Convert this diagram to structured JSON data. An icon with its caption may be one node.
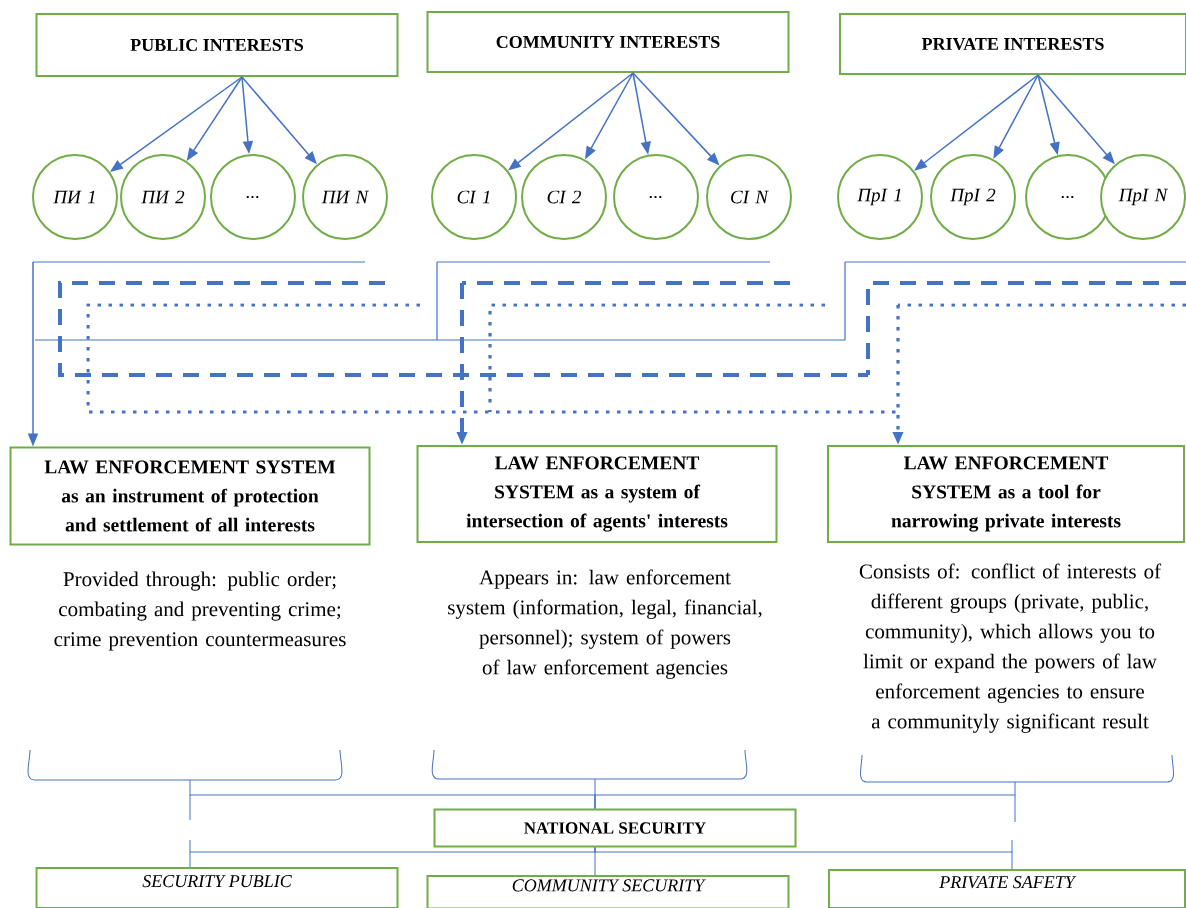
{
  "diagram": {
    "nodes": [
      {
        "text": [
          "PUBLIC INTERESTS"
        ]
      },
      {
        "text": [
          "ПИ 1"
        ]
      },
      {
        "text": [
          "ПИ 2"
        ]
      },
      {
        "text": [
          "..."
        ]
      },
      {
        "text": [
          "ПИ N"
        ]
      },
      {
        "text": [
          "COMMUNITY INTERESTS"
        ]
      },
      {
        "text": [
          "CI 1"
        ]
      },
      {
        "text": [
          "CI 2"
        ]
      },
      {
        "text": [
          "..."
        ]
      },
      {
        "text": [
          "CI N"
        ]
      },
      {
        "text": [
          "PRIVATE INTERESTS"
        ]
      },
      {
        "text": [
          "ПрI 1"
        ]
      },
      {
        "text": [
          "ПрI 2"
        ]
      },
      {
        "text": [
          "..."
        ]
      },
      {
        "text": [
          "ПрI N"
        ]
      },
      {
        "text": [
          "LAW ENFORCEMENT SYSTEM as an instrument of protection and settlement of all interests"
        ]
      },
      {
        "text": [
          "LAW ENFORCEMENT SYSTEM as a system of intersection of agents' interests"
        ]
      },
      {
        "text": [
          "LAW ENFORCEMENT SYSTEM as a tool for narrowing private interests"
        ]
      },
      {
        "text": [
          "Provided through: public order; combating and preventing crime; crime prevention countermeasures"
        ]
      },
      {
        "text": [
          "Appears in: law enforcement system (information, legal, financial, personnel); system of powers of law enforcement agencies"
        ]
      },
      {
        "text": [
          "Consists of: conflict of interests of different groups (private, public, community), which allows you to limit or expand the powers of law enforcement agencies to ensure a communityly significant result"
        ]
      },
      {
        "text": [
          "NATIONAL SECURITY"
        ]
      },
      {
        "text": [
          "SECURITY PUBLIC"
        ]
      },
      {
        "text": [
          "COMMUNITY SECURITY"
        ]
      },
      {
        "text": [
          "PRIVATE SAFETY"
        ]
      }
    ],
    "edges": [
      {
        "from": 0,
        "to": 1,
        "arrow": "to"
      },
      {
        "from": 0,
        "to": 2,
        "arrow": "to"
      },
      {
        "from": 0,
        "to": 3,
        "arrow": "to"
      },
      {
        "from": 0,
        "to": 4,
        "arrow": "to"
      },
      {
        "from": 5,
        "to": 6,
        "arrow": "to"
      },
      {
        "from": 5,
        "to": 7,
        "arrow": "to"
      },
      {
        "from": 5,
        "to": 8,
        "arrow": "to"
      },
      {
        "from": 5,
        "to": 9,
        "arrow": "to"
      },
      {
        "from": 10,
        "to": 11,
        "arrow": "to"
      },
      {
        "from": 10,
        "to": 12,
        "arrow": "to"
      },
      {
        "from": 10,
        "to": 13,
        "arrow": "to"
      },
      {
        "from": 10,
        "to": 14,
        "arrow": "to"
      },
      {
        "from": null,
        "to": 15,
        "arrow": "to"
      },
      {
        "from": null,
        "to": 16,
        "arrow": "to",
        "style": "dashed"
      },
      {
        "from": null,
        "to": 17,
        "arrow": "to",
        "style": "dashed"
      },
      {
        "from": 18,
        "to": 21,
        "arrow": "none"
      },
      {
        "from": 19,
        "to": 21,
        "arrow": "none"
      },
      {
        "from": 20,
        "to": 21,
        "arrow": "none"
      },
      {
        "from": 21,
        "to": 22,
        "arrow": "none"
      },
      {
        "from": 21,
        "to": 23,
        "arrow": "none"
      },
      {
        "from": 21,
        "to": 24,
        "arrow": "none"
      }
    ]
  }
}
